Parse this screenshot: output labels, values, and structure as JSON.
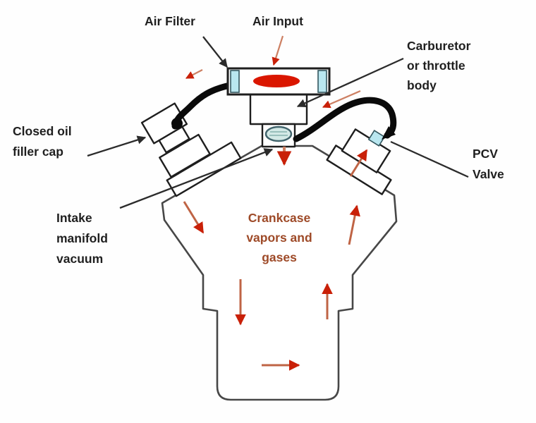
{
  "labels": {
    "air_filter": {
      "text": "Air Filter"
    },
    "air_input": {
      "text": "Air Input"
    },
    "carburetor": {
      "lines": [
        "Carburetor",
        "or throttle",
        "body"
      ]
    },
    "oil_filler_cap": {
      "lines": [
        "Closed oil",
        "filler cap"
      ]
    },
    "pcv_valve": {
      "lines": [
        "PCV",
        "Valve"
      ]
    },
    "intake_manifold": {
      "lines": [
        "Intake",
        "manifold",
        "vacuum"
      ]
    },
    "crankcase": {
      "lines": [
        "Crankcase",
        "vapors and",
        "gases"
      ]
    }
  },
  "colors": {
    "label_text": "#1f1f1f",
    "crankcase_text": "#9e4a28",
    "outline": "#474747",
    "part_stroke": "#1e1e1e",
    "hose": "#0a0a0a",
    "bright_red": "#da1600",
    "arrow_shaft": "#bf6445",
    "arrow_shaft_light": "#cd8063",
    "arrow_head": "#c92008",
    "cyan_fill": "#b9e7f0",
    "plate_fill": "#d3e9e6",
    "plate_stroke": "#41646c",
    "pointer": "#2b2b2b",
    "bg": "#fefefe"
  },
  "flow_arrows": [
    {
      "name": "air-input-arrow",
      "direction": "down"
    },
    {
      "name": "filter-hose-flow-arrow",
      "direction": "down-left"
    },
    {
      "name": "pcv-hose-flow-arrow",
      "direction": "down-left"
    },
    {
      "name": "manifold-down-arrow",
      "direction": "down"
    },
    {
      "name": "pcv-valve-up-arrow",
      "direction": "up-right"
    },
    {
      "name": "crankcase-left-shoulder-arrow",
      "direction": "down-right"
    },
    {
      "name": "crankcase-left-down-arrow",
      "direction": "down"
    },
    {
      "name": "crankcase-right-up-arrow",
      "direction": "up"
    },
    {
      "name": "sump-right-up-arrow",
      "direction": "up"
    },
    {
      "name": "sump-bottom-right-arrow",
      "direction": "right"
    }
  ]
}
